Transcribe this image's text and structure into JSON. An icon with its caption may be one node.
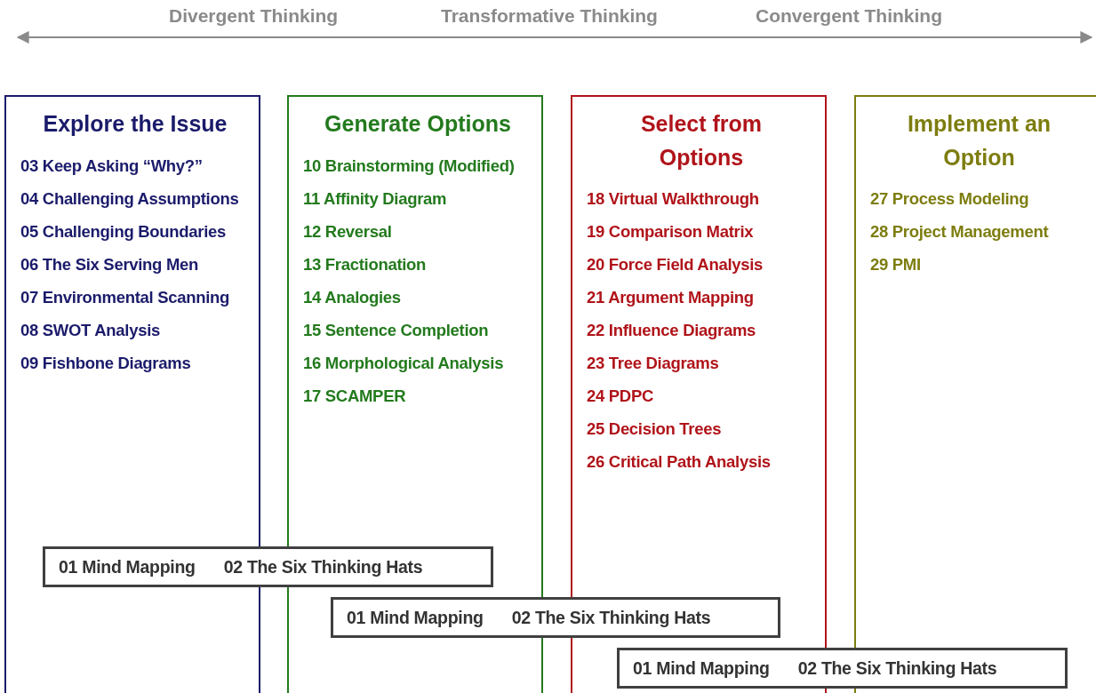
{
  "diagram": {
    "nodes": [
      {
        "text": [
          "Explore the Issue",
          "03 Keep Asking “Why?”",
          "04 Challenging Assumptions",
          "05 Challenging Boundaries",
          "06 The Six Serving Men",
          "07 Environmental Scanning",
          "08 SWOT Analysis",
          "09 Fishbone Diagrams"
        ]
      },
      {
        "text": [
          "Generate Options",
          "10 Brainstorming (Modified)",
          "11 Affinity Diagram",
          "12 Reversal",
          "13 Fractionation",
          "14 Analogies",
          "15 Sentence Completion",
          "16 Morphological Analysis",
          "17 SCAMPER"
        ]
      },
      {
        "text": [
          "Select from Options",
          "18 Virtual Walkthrough",
          "19 Comparison Matrix",
          "20 Force Field Analysis",
          "21 Argument Mapping",
          "22 Influence Diagrams",
          "23 Tree Diagrams",
          "24 PDPC",
          "25 Decision Trees",
          "26 Critical Path Analysis"
        ]
      },
      {
        "text": [
          "Implement an Option",
          "27 Process Modeling",
          "28 Project Management",
          "29 PMI"
        ]
      },
      {
        "text": [
          "01 Mind Mapping",
          "02 The Six Thinking Hats"
        ]
      },
      {
        "text": [
          "01 Mind Mapping",
          "02 The Six Thinking Hats"
        ]
      },
      {
        "text": [
          "01 Mind Mapping",
          "02 The Six Thinking Hats"
        ]
      }
    ],
    "labels": [
      "Divergent Thinking",
      "Transformative Thinking",
      "Convergent Thinking"
    ]
  }
}
